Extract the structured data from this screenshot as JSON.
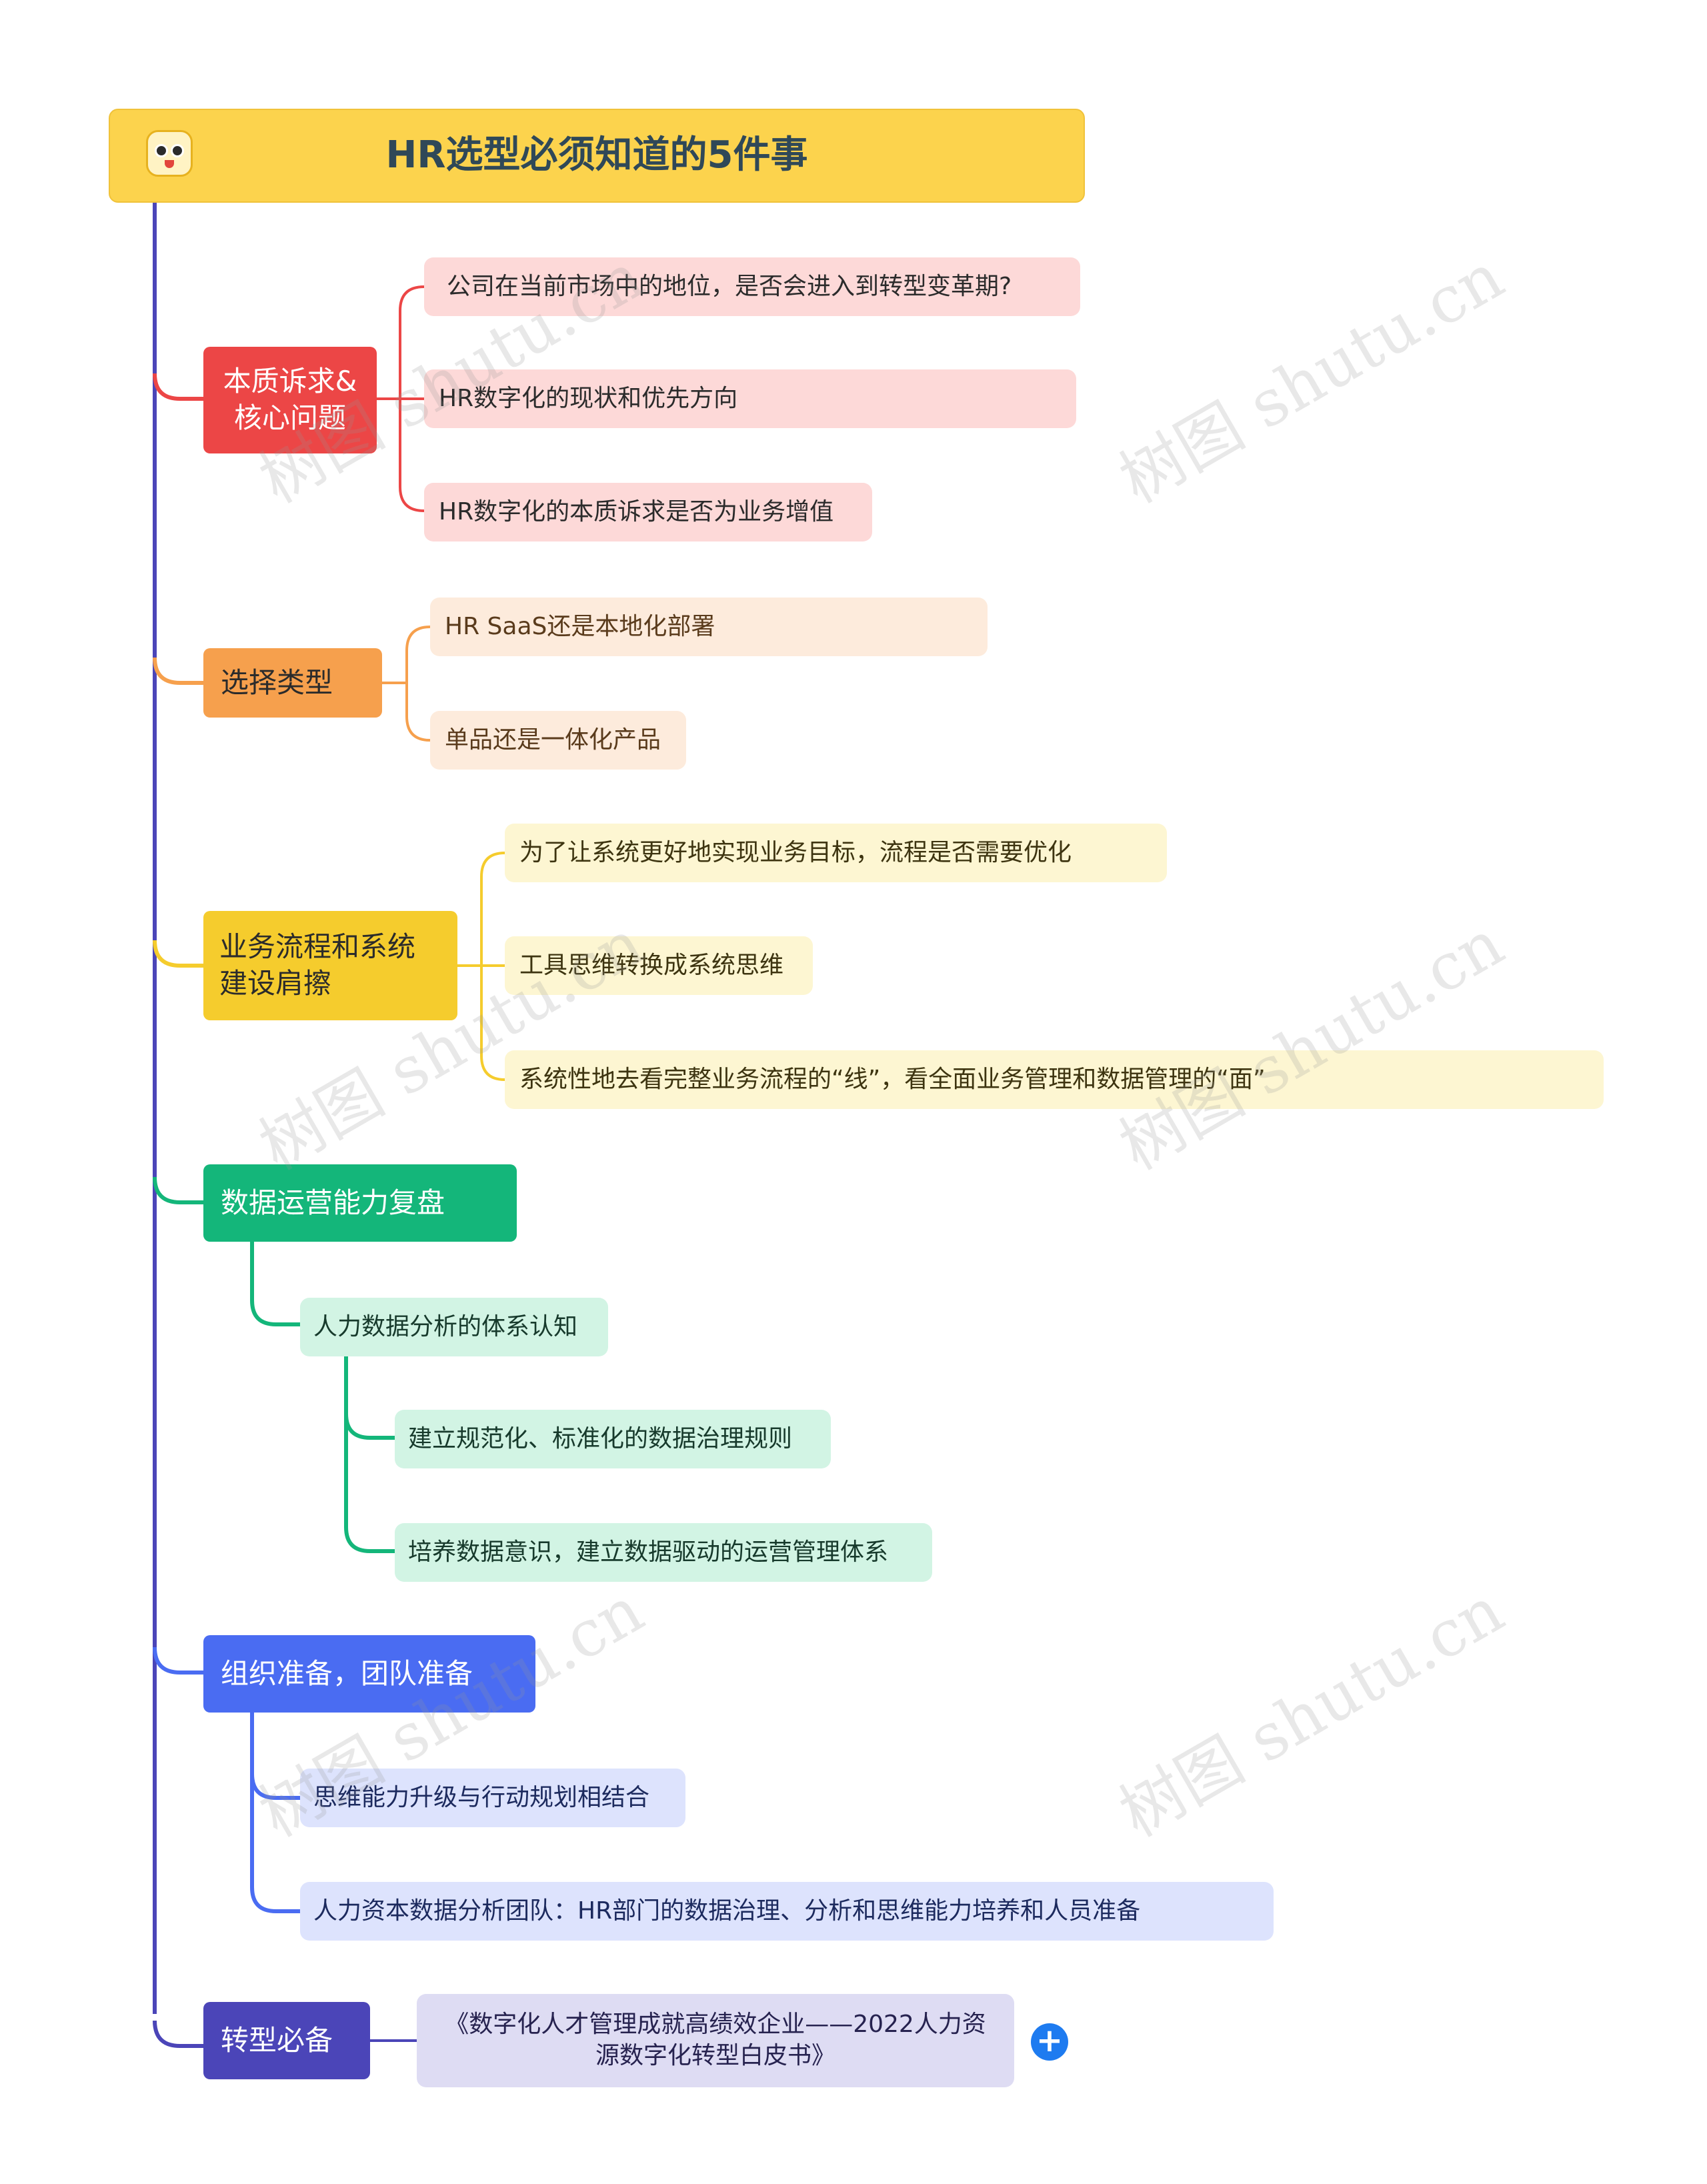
{
  "title": "HR选型必须知道的5件事",
  "colors": {
    "trunk": "#4b45b8",
    "red": "#ec4646",
    "red_light": "#fdd9d8",
    "orange": "#f6a04d",
    "orange_light": "#fdebdc",
    "yellow": "#f5cc2d",
    "yellow_light": "#fdf6d2",
    "green": "#14b67a",
    "green_light": "#d2f4e4",
    "blue": "#4a6cf2",
    "blue_light": "#dde3fd",
    "indigo": "#4b45b8",
    "indigo_light": "#dedcf3"
  },
  "branches": [
    {
      "label": "本质诉求&核心问题",
      "children": [
        "公司在当前市场中的地位，是否会进入到转型变革期?",
        "HR数字化的现状和优先方向",
        "HR数字化的本质诉求是否为业务增值"
      ]
    },
    {
      "label": "选择类型",
      "children": [
        "HR SaaS还是本地化部署",
        "单品还是一体化产品"
      ]
    },
    {
      "label": "业务流程和系统建设肩擦",
      "children": [
        "为了让系统更好地实现业务目标，流程是否需要优化",
        "工具思维转换成系统思维",
        "系统性地去看完整业务流程的“线”，看全面业务管理和数据管理的“面”"
      ]
    },
    {
      "label": "数据运营能力复盘",
      "sub": {
        "label": "人力数据分析的体系认知",
        "children": [
          "建立规范化、标准化的数据治理规则",
          "培养数据意识，建立数据驱动的运营管理体系"
        ]
      }
    },
    {
      "label": "组织准备，团队准备",
      "children": [
        "思维能力升级与行动规划相结合",
        "人力资本数据分析团队：HR部门的数据治理、分析和思维能力培养和人员准备"
      ]
    },
    {
      "label": "转型必备",
      "children": [
        "《数字化人才管理成就高绩效企业——2022人力资源数字化转型白皮书》"
      ],
      "expand_icon": "plus-icon"
    }
  ],
  "watermark": "树图 shutu.cn"
}
